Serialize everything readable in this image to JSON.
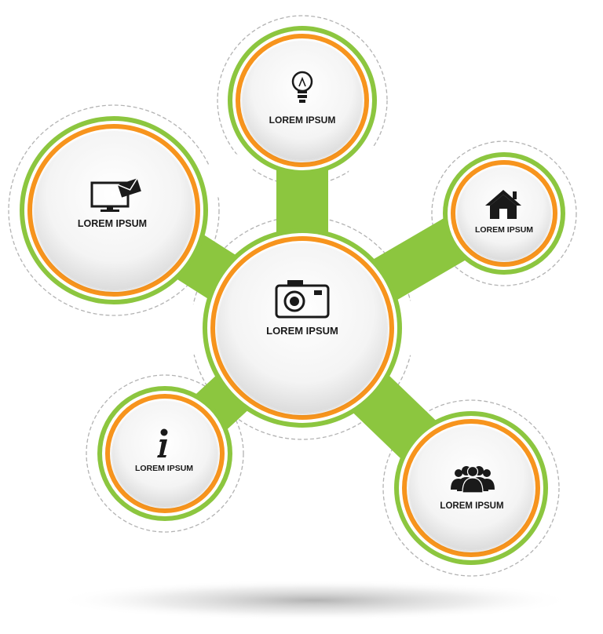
{
  "colors": {
    "green": "#8cc63f",
    "orange": "#f7941d",
    "inner_fill": "#f2f2f2",
    "icon": "#1a1a1a",
    "dash": "#b3b3b3"
  },
  "nodes": [
    {
      "id": "center",
      "label": "LOREM IPSUM",
      "icon": "camera-icon"
    },
    {
      "id": "top",
      "label": "LOREM IPSUM",
      "icon": "lightbulb-icon"
    },
    {
      "id": "left",
      "label": "LOREM IPSUM",
      "icon": "monitor-mail-icon"
    },
    {
      "id": "right",
      "label": "LOREM IPSUM",
      "icon": "home-icon"
    },
    {
      "id": "bottom-left",
      "label": "LOREM IPSUM",
      "icon": "info-icon"
    },
    {
      "id": "bottom-right",
      "label": "LOREM IPSUM",
      "icon": "people-icon"
    }
  ]
}
